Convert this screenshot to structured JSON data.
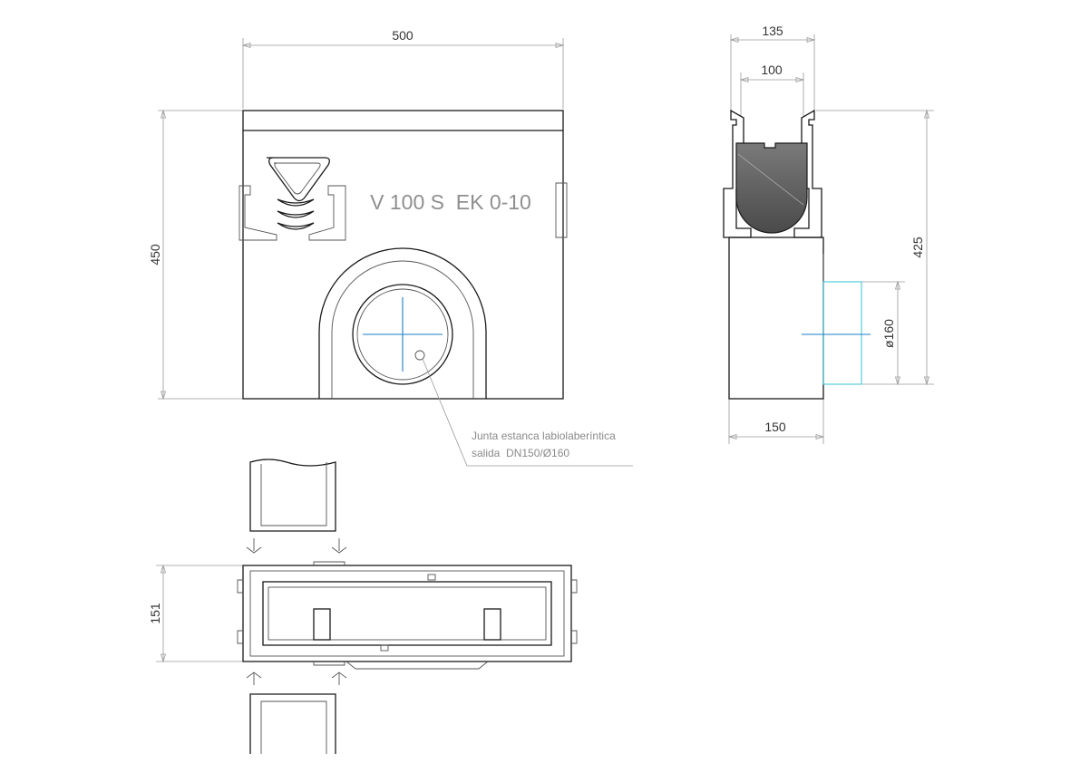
{
  "dimensions": {
    "front_width": "500",
    "front_height": "450",
    "side_top_width": "135",
    "side_inner_width": "100",
    "side_height": "425",
    "side_base_width": "150",
    "outlet_diameter": "ø160",
    "plan_width": "151"
  },
  "product_label": "V 100 S  EK 0-10",
  "note": {
    "line1": "Junta estanca labiolaberíntica",
    "line2": "salida  DN150/Ø160"
  },
  "colors": {
    "axis": "#1e7fc6",
    "outlet": "#46c8d8",
    "dimension": "#9a9a9a"
  }
}
